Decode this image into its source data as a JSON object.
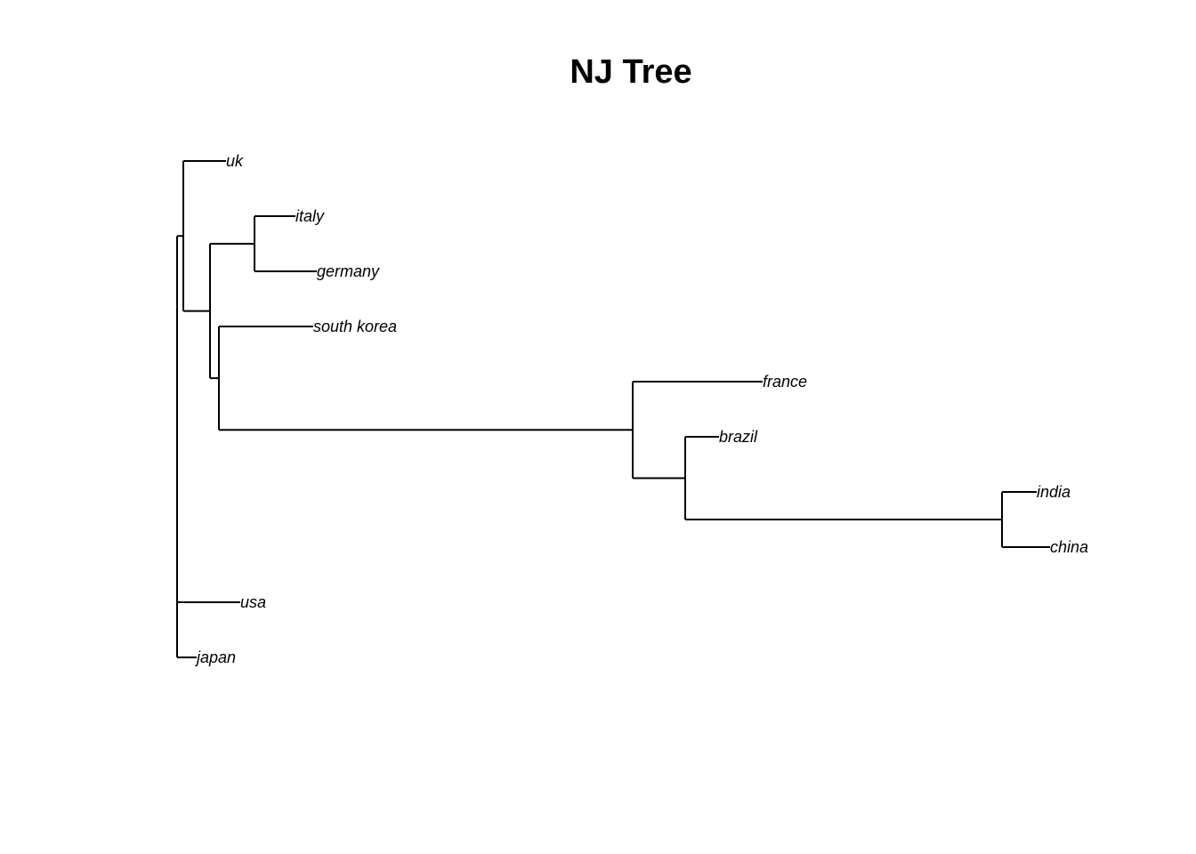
{
  "figure": {
    "title": "NJ Tree",
    "line_color": "#000000"
  },
  "tree": {
    "nodes": [
      {
        "id": "root"
      },
      {
        "id": "n1",
        "parent": "root"
      },
      {
        "id": "n2",
        "parent": "n1"
      },
      {
        "id": "n3",
        "parent": "n2"
      },
      {
        "id": "n4",
        "parent": "n2"
      },
      {
        "id": "n5",
        "parent": "n4"
      },
      {
        "id": "n6",
        "parent": "n5"
      },
      {
        "id": "n7",
        "parent": "n6"
      }
    ],
    "tips": [
      {
        "label": "uk",
        "parent": "n1"
      },
      {
        "label": "italy",
        "parent": "n3"
      },
      {
        "label": "germany",
        "parent": "n3"
      },
      {
        "label": "south korea",
        "parent": "n4"
      },
      {
        "label": "france",
        "parent": "n5"
      },
      {
        "label": "brazil",
        "parent": "n6"
      },
      {
        "label": "india",
        "parent": "n7"
      },
      {
        "label": "china",
        "parent": "n7"
      },
      {
        "label": "usa",
        "parent": "root"
      },
      {
        "label": "japan",
        "parent": "root"
      }
    ]
  }
}
